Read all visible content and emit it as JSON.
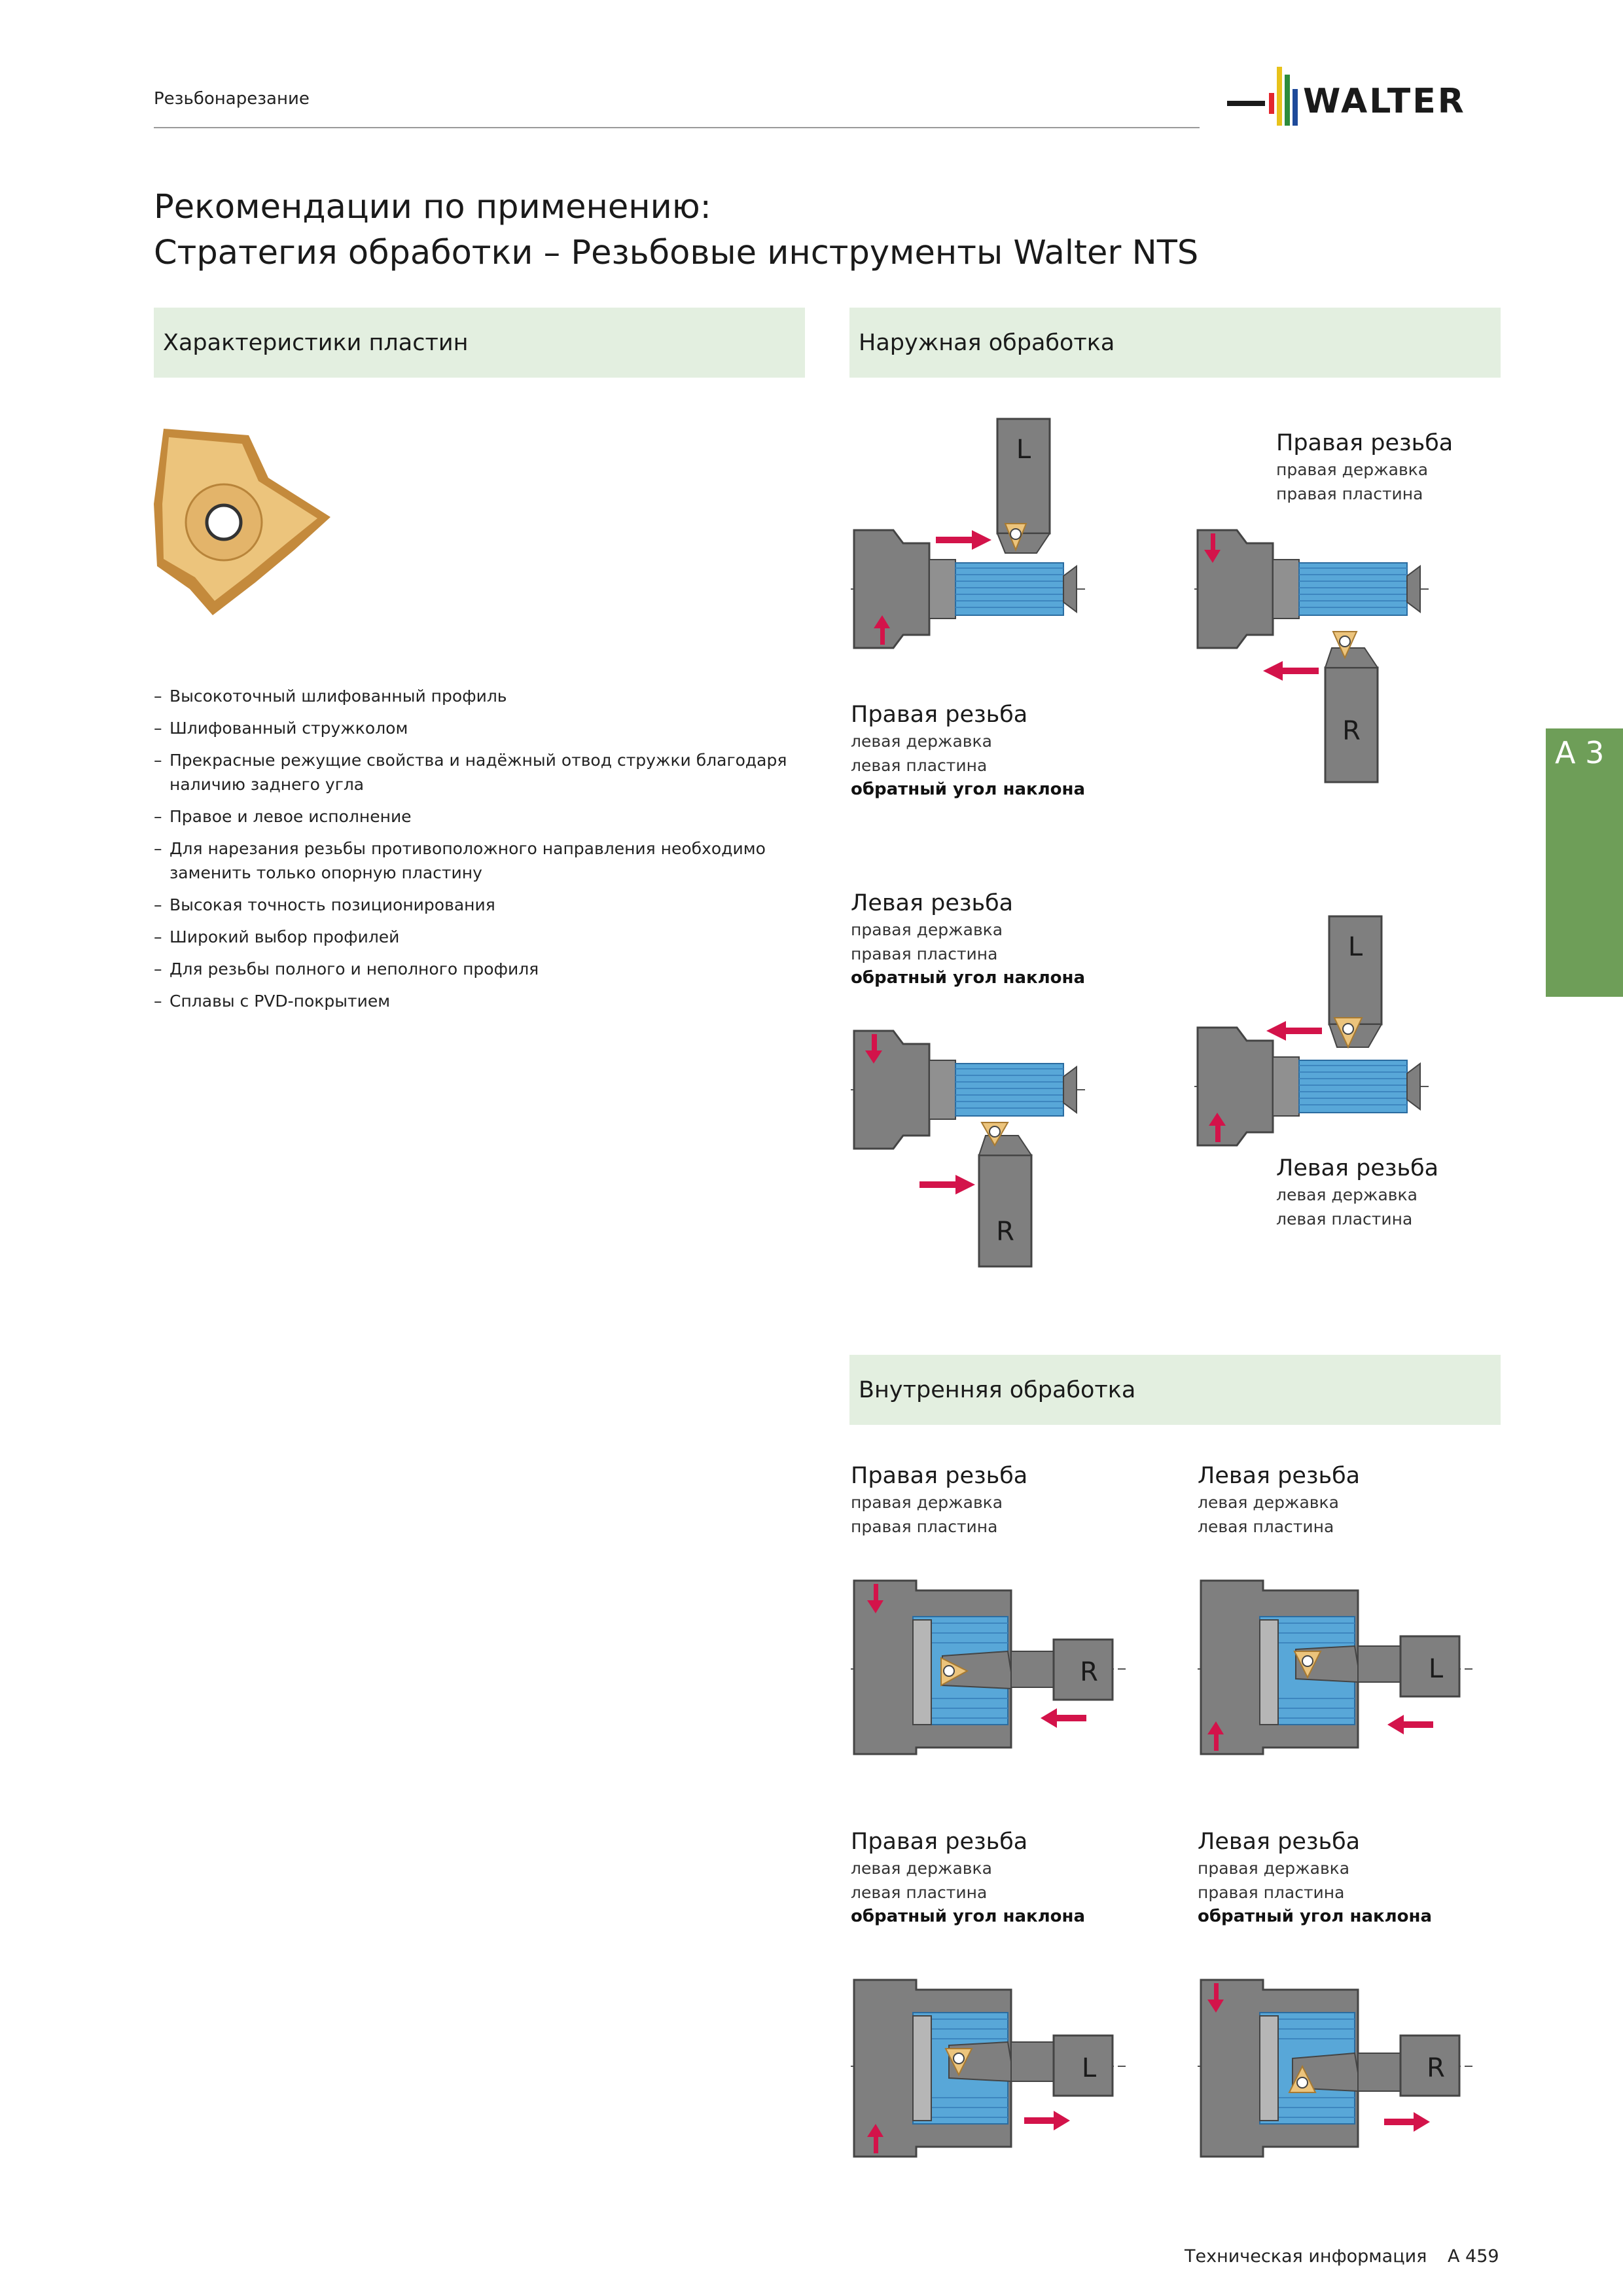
{
  "header": {
    "section": "Резьбонарезание",
    "brand": "WALTER"
  },
  "title": {
    "line1": "Рекомендации по применению:",
    "line2": "Стратегия обработки – Резьбовые инструменты Walter NTS"
  },
  "sections": {
    "inserts": "Характеристики пластин",
    "external": "Наружная обработка",
    "internal": "Внутренняя обработка"
  },
  "features": [
    "Высокоточный шлифованный профиль",
    "Шлифованный стружколом",
    "Прекрасные режущие свойства и надёжный отвод стружки благодаря наличию заднего угла",
    "Правое и левое исполнение",
    "Для нарезания резьбы противоположного направления необходимо заменить только опорную пластину",
    "Высокая точность позиционирования",
    "Широкий выбор профилей",
    "Для резьбы полного и неполного профиля",
    "Сплавы с PVD-покрытием"
  ],
  "external_cases": [
    {
      "title": "Правая резьба",
      "line1": "правая державка",
      "line2": "правая пластина",
      "note": "",
      "tool": "R"
    },
    {
      "title": "Правая резьба",
      "line1": "левая державка",
      "line2": "левая пластина",
      "note": "обратный угол наклона",
      "tool": "L"
    },
    {
      "title": "Левая резьба",
      "line1": "правая державка",
      "line2": "правая пластина",
      "note": "обратный угол наклона",
      "tool": "R"
    },
    {
      "title": "Левая резьба",
      "line1": "левая державка",
      "line2": "левая пластина",
      "note": "",
      "tool": "L"
    }
  ],
  "internal_cases": [
    {
      "title": "Правая резьба",
      "line1": "правая державка",
      "line2": "правая пластина",
      "note": "",
      "tool": "R"
    },
    {
      "title": "Левая резьба",
      "line1": "левая державка",
      "line2": "левая пластина",
      "note": "",
      "tool": "L"
    },
    {
      "title": "Правая резьба",
      "line1": "левая державка",
      "line2": "левая пластина",
      "note": "обратный угол наклона",
      "tool": "L"
    },
    {
      "title": "Левая резьба",
      "line1": "правая державка",
      "line2": "правая пластина",
      "note": "обратный угол наклона",
      "tool": "R"
    }
  ],
  "side_tab": "A 3",
  "footer": {
    "text": "Техническая информация",
    "page": "A 459"
  },
  "colors": {
    "band": "#e3efe0",
    "tab": "#6e9e58",
    "arrow": "#d3134a",
    "thread": "#58a7d8",
    "workpiece": "#7f7f7f",
    "insert": "#e9b96e"
  }
}
